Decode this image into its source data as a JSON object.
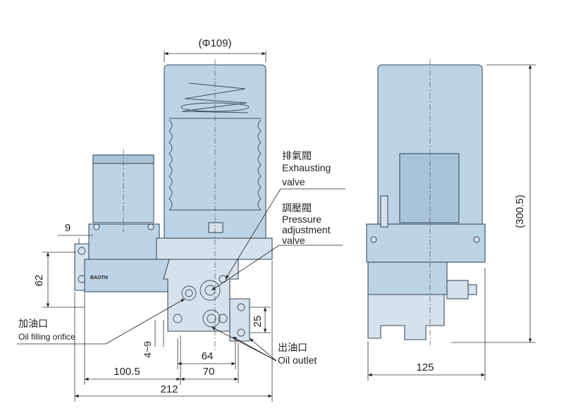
{
  "dimensions": {
    "diameter": "(Φ109)",
    "height": "(300.5)",
    "dim_9": "9",
    "dim_62": "62",
    "dim_4_9": "4~9",
    "dim_100_5": "100.5",
    "dim_212": "212",
    "dim_64": "64",
    "dim_70": "70",
    "dim_25": "25",
    "dim_125": "125"
  },
  "callouts": {
    "exhaust_zh": "排氣閥",
    "exhaust_en_1": "Exhausting",
    "exhaust_en_2": "valve",
    "pressure_zh": "調壓閥",
    "pressure_en_1": "Pressure",
    "pressure_en_2": "adjustment",
    "pressure_en_3": "valve",
    "oil_fill_zh": "加油口",
    "oil_fill_en": "Oil filling orifice",
    "oil_outlet_zh": "出油口",
    "oil_outlet_en": "Oil outlet"
  },
  "colors": {
    "body": "#bcd4e6",
    "outline": "#3a4f60"
  }
}
